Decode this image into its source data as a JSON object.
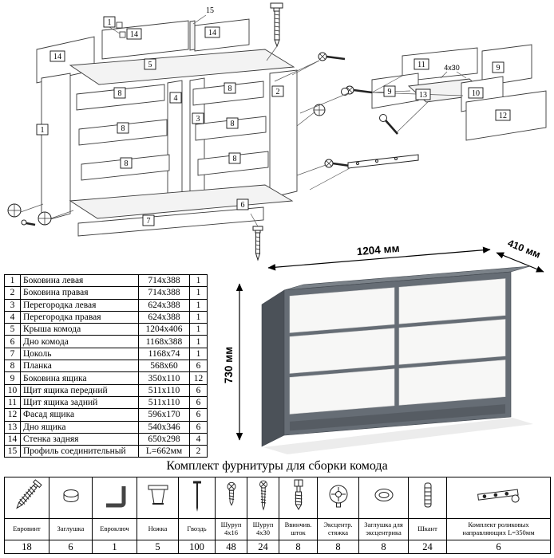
{
  "diagram": {
    "labels": {
      "l15": "15",
      "l1top": "1",
      "l14a": "14",
      "l14b": "14",
      "l14c": "14",
      "l5": "5",
      "l1": "1",
      "l2": "2",
      "l3": "3",
      "l4": "4",
      "l8a": "8",
      "l8b": "8",
      "l8c": "8",
      "l8d": "8",
      "l8e": "8",
      "l8f": "8",
      "l6": "6",
      "l7": "7",
      "l11": "11",
      "l9a": "9",
      "l9b": "9",
      "l13": "13",
      "l10": "10",
      "l12": "12",
      "screw_4x30": "4x30"
    }
  },
  "product": {
    "dim_width": "1204 мм",
    "dim_depth": "410 мм",
    "dim_height": "730 мм",
    "colors": {
      "carcass_gray": "#666d75",
      "side_gray": "#4b5158",
      "top_gray": "#7b8289",
      "drawer_white": "#f7f7f6"
    }
  },
  "parts_table": {
    "rows": [
      {
        "num": "1",
        "name": "Боковина левая",
        "size": "714x388",
        "qty": "1"
      },
      {
        "num": "2",
        "name": "Боковина правая",
        "size": "714x388",
        "qty": "1"
      },
      {
        "num": "3",
        "name": "Перегородка левая",
        "size": "624x388",
        "qty": "1"
      },
      {
        "num": "4",
        "name": "Перегородка правая",
        "size": "624x388",
        "qty": "1"
      },
      {
        "num": "5",
        "name": "Крыша комода",
        "size": "1204x406",
        "qty": "1"
      },
      {
        "num": "6",
        "name": "Дно комода",
        "size": "1168x388",
        "qty": "1"
      },
      {
        "num": "7",
        "name": "Цоколь",
        "size": "1168x74",
        "qty": "1"
      },
      {
        "num": "8",
        "name": "Планка",
        "size": "568x60",
        "qty": "6"
      },
      {
        "num": "9",
        "name": "Боковина ящика",
        "size": "350x110",
        "qty": "12"
      },
      {
        "num": "10",
        "name": "Щит ящика передний",
        "size": "511x110",
        "qty": "6"
      },
      {
        "num": "11",
        "name": "Щит ящика задний",
        "size": "511x110",
        "qty": "6"
      },
      {
        "num": "12",
        "name": "Фасад ящика",
        "size": "596x170",
        "qty": "6"
      },
      {
        "num": "13",
        "name": "Дно ящика",
        "size": "540x346",
        "qty": "6"
      },
      {
        "num": "14",
        "name": "Стенка задняя",
        "size": "650x298",
        "qty": "4"
      },
      {
        "num": "15",
        "name": "Профиль соединительный",
        "size": "L=662мм",
        "qty": "2"
      }
    ]
  },
  "hardware": {
    "title": "Комплект фурнитуры для сборки комода",
    "items": [
      {
        "icon": "euroscrew-icon",
        "name": "Евровинт",
        "qty": "18"
      },
      {
        "icon": "cap-icon",
        "name": "Заглушка",
        "qty": "6"
      },
      {
        "icon": "hexkey-icon",
        "name": "Евроключ",
        "qty": "1"
      },
      {
        "icon": "foot-icon",
        "name": "Ножка",
        "qty": "5"
      },
      {
        "icon": "nail-icon",
        "name": "Гвоздь",
        "qty": "100"
      },
      {
        "icon": "screw-icon",
        "name": "Шуруп 4x16",
        "qty": "48"
      },
      {
        "icon": "screw-icon",
        "name": "Шуруп 4x30",
        "qty": "24"
      },
      {
        "icon": "cam-stud-icon",
        "name": "Ввинчив. шток",
        "qty": "8"
      },
      {
        "icon": "cam-lock-icon",
        "name": "Эксцентр. стяжка",
        "qty": "8"
      },
      {
        "icon": "cam-cap-icon",
        "name": "Заглушка для эксцентрика",
        "qty": "8"
      },
      {
        "icon": "dowel-icon",
        "name": "Шкант",
        "qty": "24"
      },
      {
        "icon": "slide-icon",
        "name": "Комплект роликовых направляющих L=350мм",
        "qty": "6"
      }
    ]
  }
}
